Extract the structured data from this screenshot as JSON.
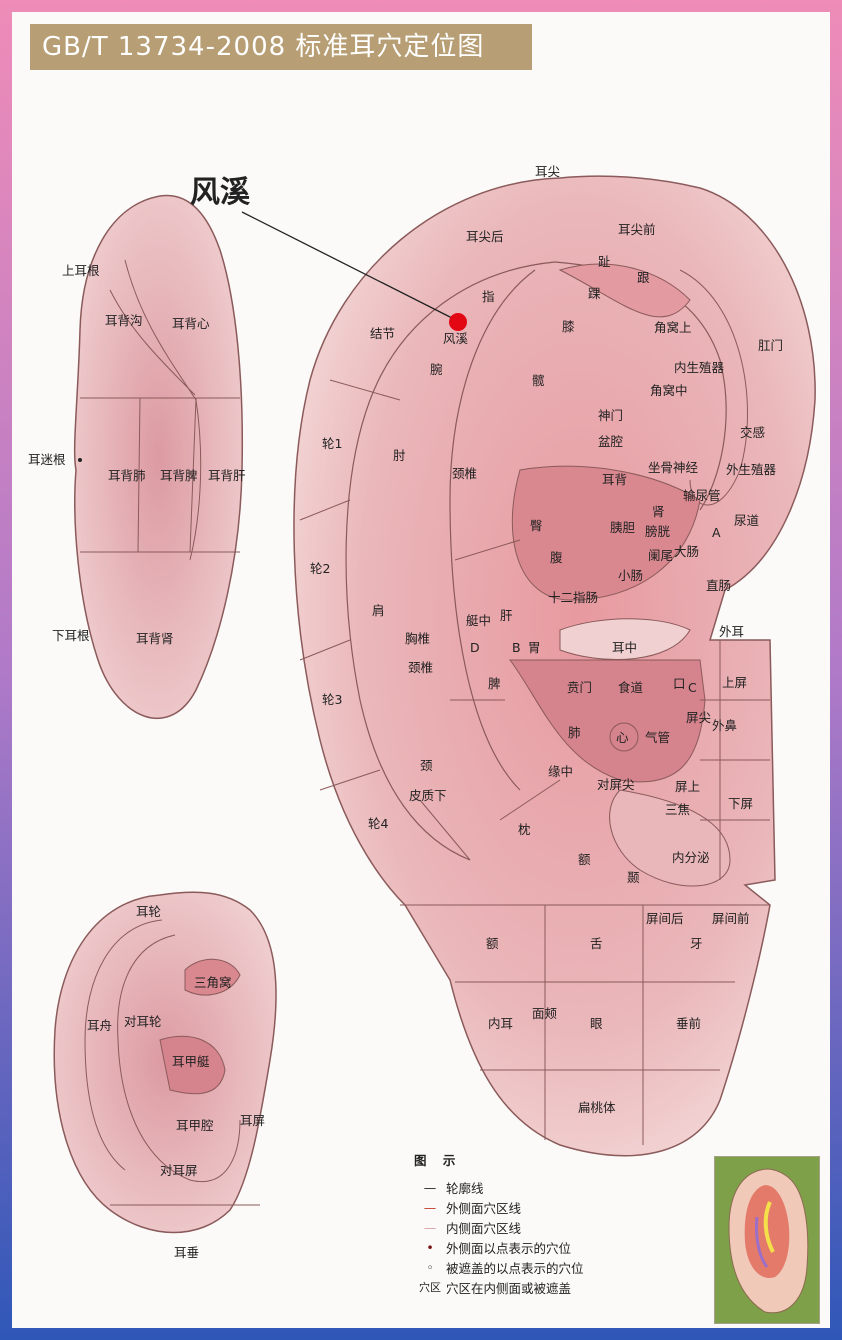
{
  "title": "GB/T 13734-2008  标准耳穴定位图",
  "highlight": {
    "label": "风溪",
    "marker_color": "#e30613"
  },
  "main_ear": {
    "labels": [
      "耳尖",
      "耳尖后",
      "耳尖前",
      "指",
      "趾",
      "跟",
      "踝",
      "结节",
      "风溪",
      "腕",
      "膝",
      "角窝上",
      "肛门",
      "轮1",
      "肘",
      "髋",
      "角窝中",
      "内生殖器",
      "神门",
      "盆腔",
      "交感",
      "耳背",
      "坐骨神经",
      "外生殖器",
      "颈椎",
      "臀",
      "腹",
      "胰胆",
      "肾",
      "尿道",
      "膀胱",
      "输尿管",
      "A",
      "轮2",
      "肩",
      "十二指肠",
      "小肠",
      "阑尾",
      "大肠",
      "肝",
      "直肠",
      "胸椎",
      "艇中",
      "胃",
      "耳中",
      "D",
      "B",
      "外耳",
      "贲门",
      "食道",
      "口",
      "C",
      "上屏",
      "轮3",
      "脾",
      "心",
      "气管",
      "屏尖",
      "外鼻",
      "颈椎",
      "肺",
      "缘中",
      "对屏尖",
      "屏上",
      "下屏",
      "颈",
      "三焦",
      "内分泌",
      "轮4",
      "枕",
      "额",
      "颞",
      "皮质下",
      "屏间后",
      "屏间前",
      "额",
      "舌",
      "牙",
      "内耳",
      "面颊",
      "眼",
      "垂前",
      "扁桃体"
    ]
  },
  "back_ear": {
    "labels": [
      "上耳根",
      "耳背沟",
      "耳背心",
      "耳迷根",
      "耳背肺",
      "耳背脾",
      "耳背肝",
      "下耳根",
      "耳背肾"
    ]
  },
  "side_ear": {
    "labels": [
      "耳轮",
      "三角窝",
      "耳舟",
      "对耳轮",
      "耳甲艇",
      "耳甲腔",
      "耳屏",
      "对耳屏",
      "耳垂"
    ]
  },
  "legend": {
    "title": "图 示",
    "items": [
      {
        "symbol": "—",
        "text": "轮廓线"
      },
      {
        "symbol": "—",
        "text": "外侧面穴区线"
      },
      {
        "symbol": "—",
        "text": "内侧面穴区线"
      },
      {
        "symbol": "•",
        "text": "外侧面以点表示的穴位"
      },
      {
        "symbol": "◦",
        "text": "被遮盖的以点表示的穴位"
      },
      {
        "symbol": "穴区",
        "text": "穴区在内侧面或被遮盖"
      }
    ]
  },
  "colors": {
    "ear_fill": "#e7aeb4",
    "ear_dark": "#cf7f88",
    "line": "#8b5a5a",
    "gold": "#b79e74"
  }
}
